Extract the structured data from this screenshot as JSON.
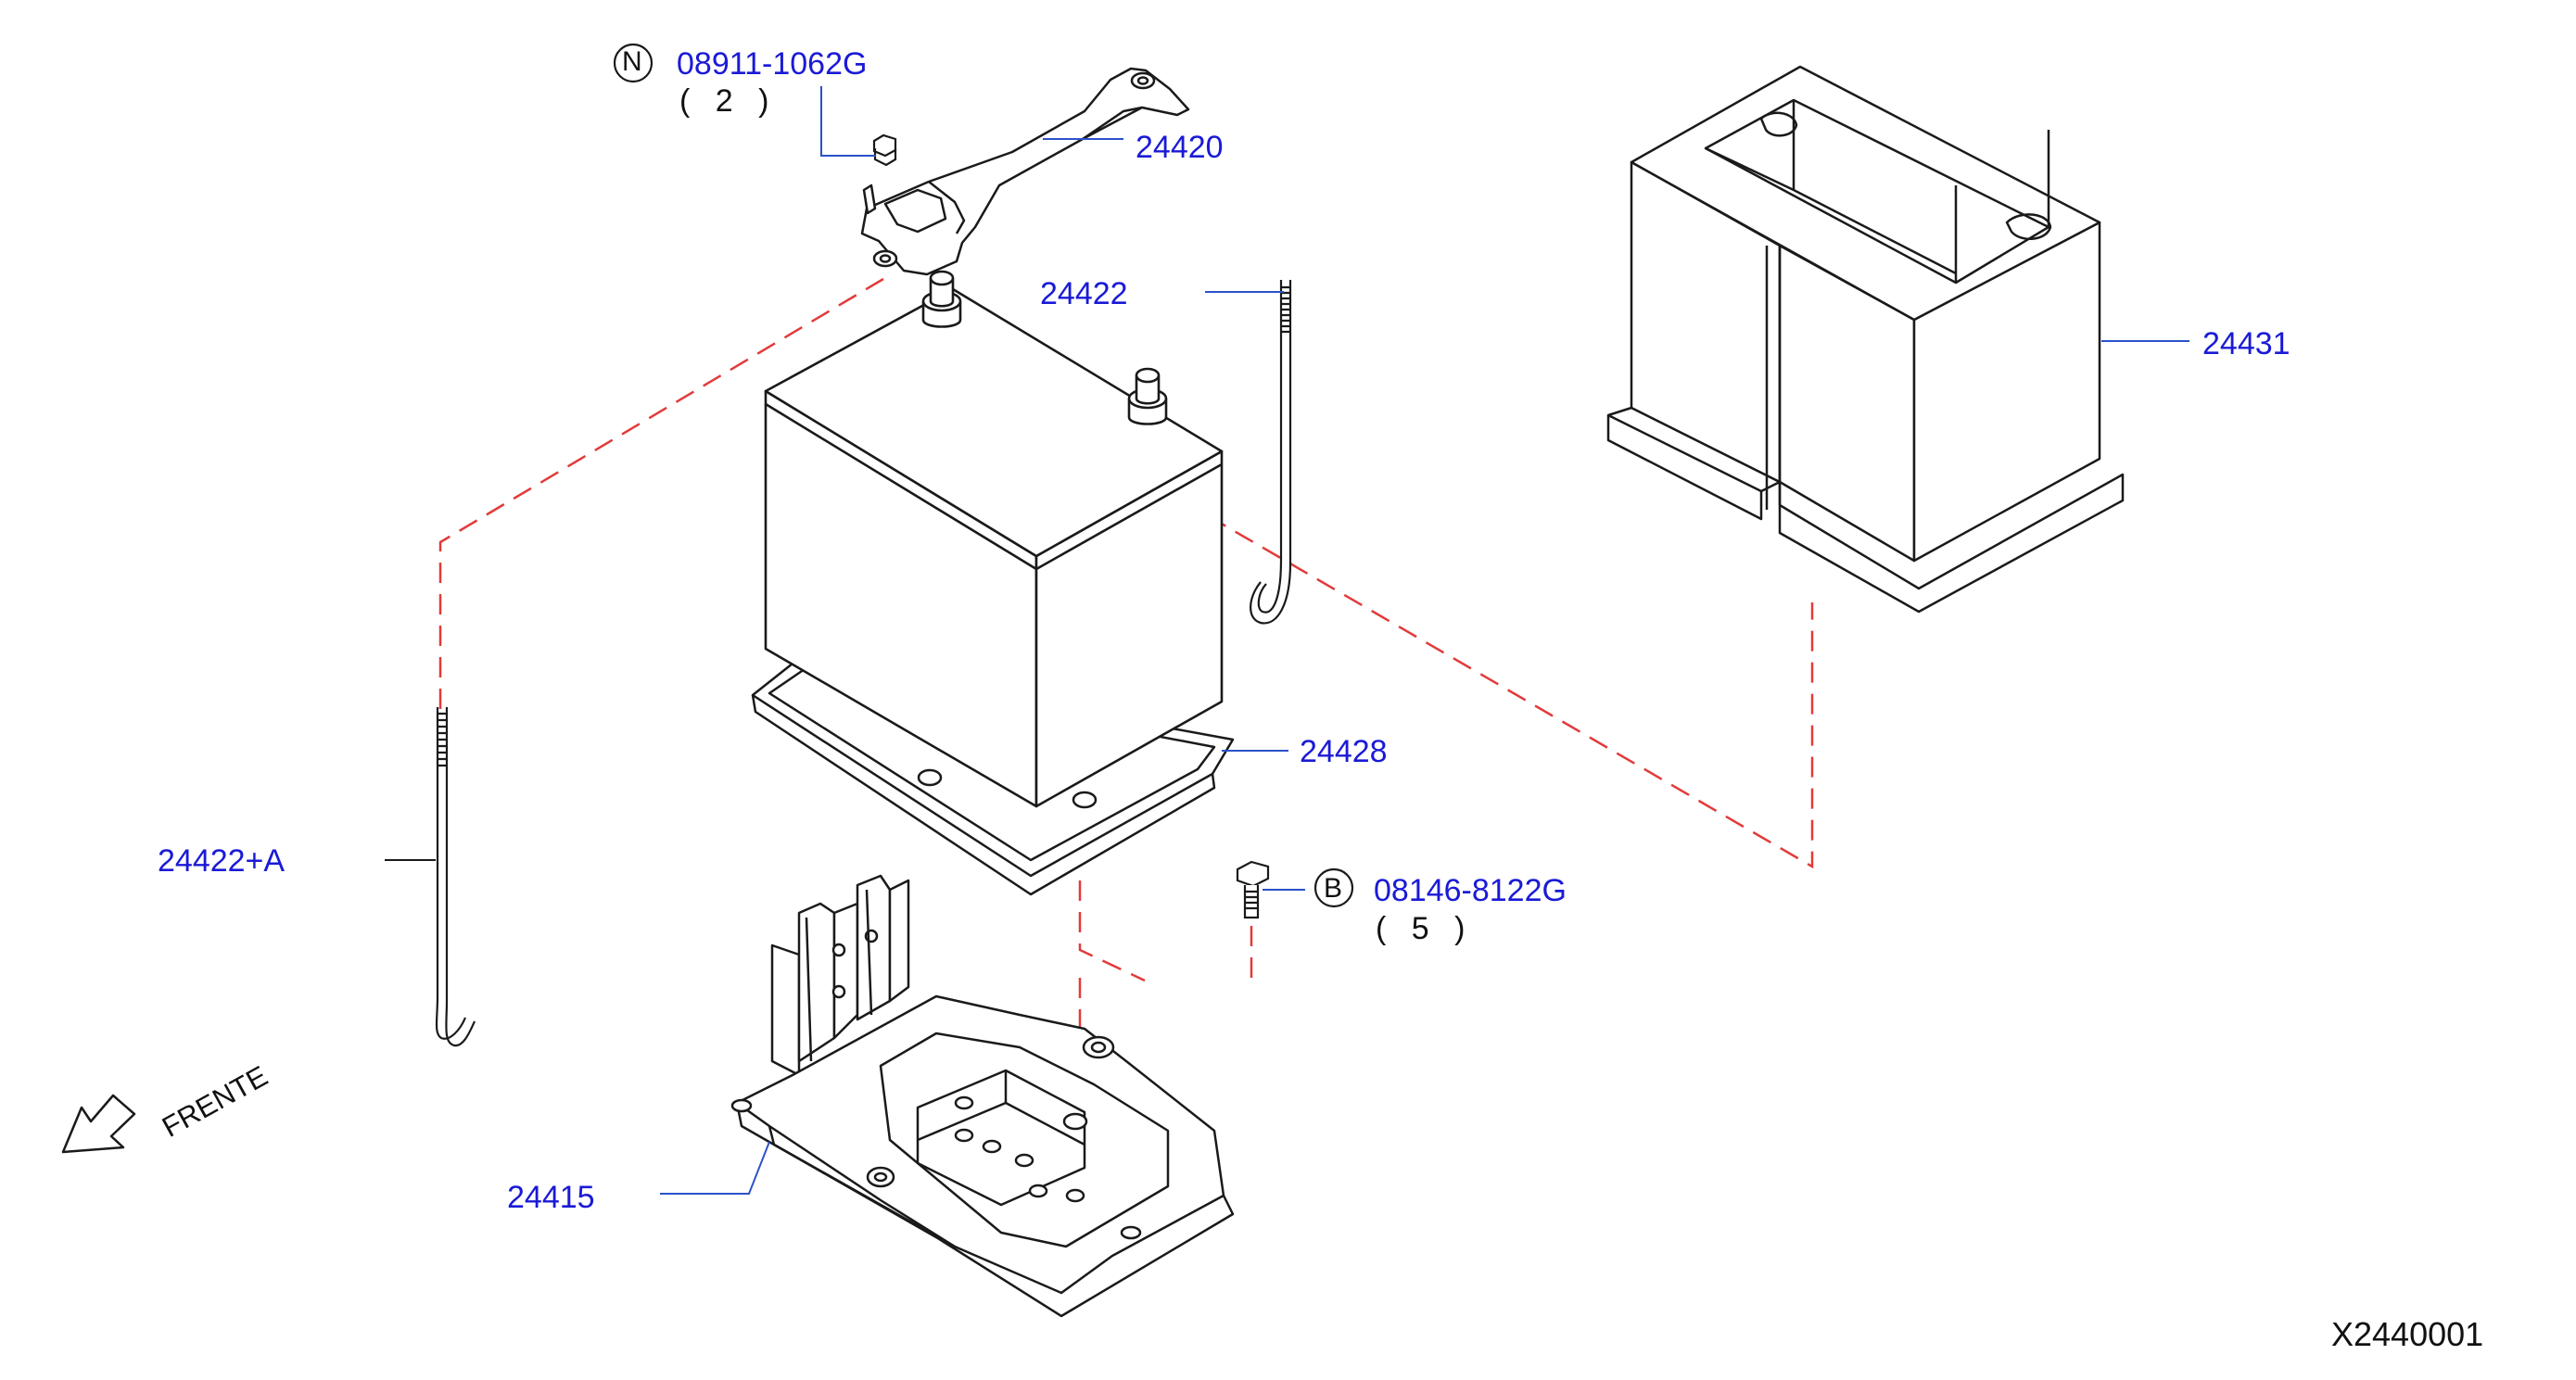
{
  "colors": {
    "part_number": "#1a1ad6",
    "line_art": "#1a1a1a",
    "leader_line": "#2b52c9",
    "dash_guide": "#e23a3a"
  },
  "labels": {
    "bolt_n": {
      "symbol": "N",
      "part": "08911-1062G",
      "qty": "( 2 )"
    },
    "bolt_b": {
      "symbol": "B",
      "part": "08146-8122G",
      "qty": "( 5 )"
    },
    "p24420": "24420",
    "p24422": "24422",
    "p24431": "24431",
    "p24428": "24428",
    "p24422a": "24422+A",
    "p24415": "24415",
    "frente": "FRENTE",
    "drawing_code": "X2440001"
  },
  "icons": [
    "frame-arrow-icon",
    "circle-n-symbol",
    "circle-b-symbol",
    "nut-icon",
    "bolt-icon"
  ]
}
